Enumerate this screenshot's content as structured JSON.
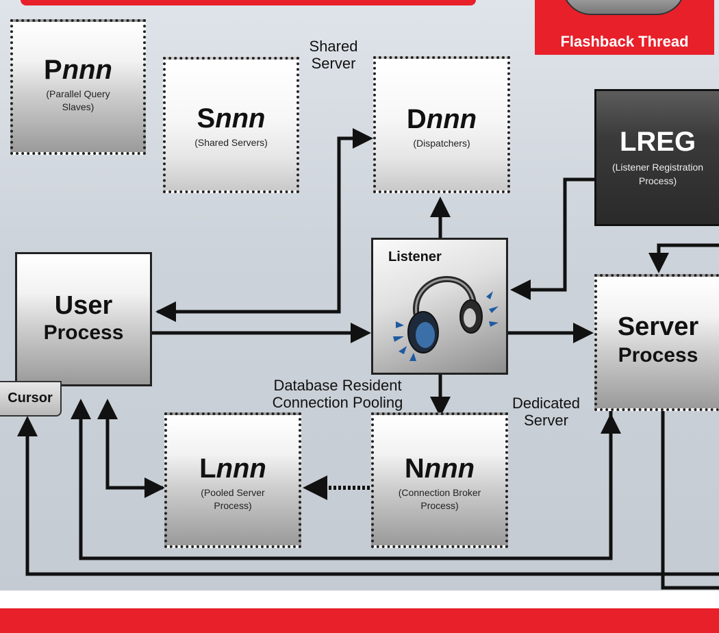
{
  "banner": {
    "flashback": "Flashback Thread"
  },
  "processes": {
    "pnnn": {
      "prefix": "P",
      "suffix": "nnn",
      "desc": "(Parallel Query Slaves)"
    },
    "snnn": {
      "prefix": "S",
      "suffix": "nnn",
      "desc": "(Shared Servers)"
    },
    "dnnn": {
      "prefix": "D",
      "suffix": "nnn",
      "desc": "(Dispatchers)"
    },
    "lreg": {
      "title": "LREG",
      "desc": "(Listener Registration Process)"
    },
    "user": {
      "line1": "User",
      "line2": "Process"
    },
    "listener": {
      "title": "Listener"
    },
    "server": {
      "line1": "Server",
      "line2": "Process"
    },
    "lnnn": {
      "prefix": "L",
      "suffix": "nnn",
      "desc": "(Pooled Server Process)"
    },
    "nnnn": {
      "prefix": "N",
      "suffix": "nnn",
      "desc": "(Connection Broker Process)"
    },
    "cursor": {
      "title": "Cursor"
    }
  },
  "labels": {
    "shared_server": "Shared Server",
    "drcp": "Database Resident Connection Pooling",
    "dedicated": "Dedicated Server"
  },
  "colors": {
    "accent_red": "#e8202a",
    "line": "#111111"
  }
}
